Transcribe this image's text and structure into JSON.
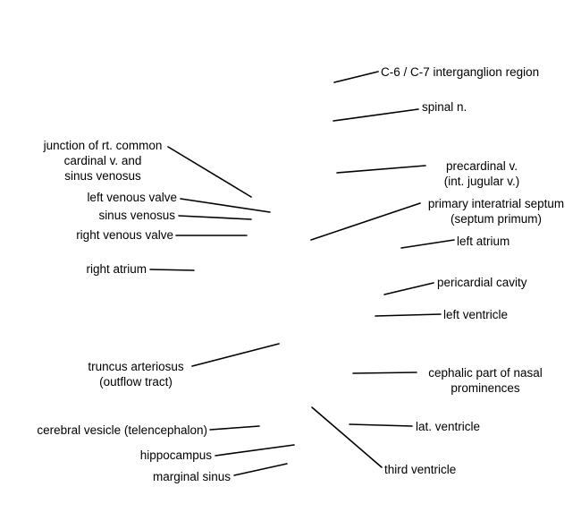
{
  "labels": {
    "c6_c7": "C-6 / C-7 interganglion region",
    "spinal_n": "spinal n.",
    "junction": [
      "junction of rt. common",
      "cardinal v. and",
      "sinus venosus"
    ],
    "precardinal": [
      "precardinal v.",
      "(int. jugular v.)"
    ],
    "left_venous_valve": "left venous valve",
    "primary_septum": [
      "primary interatrial septum",
      "(septum primum)"
    ],
    "sinus_venosus": "sinus venosus",
    "right_venous_valve": "right venous valve",
    "left_atrium": "left atrium",
    "right_atrium": "right atrium",
    "pericardial_cavity": "pericardial cavity",
    "left_ventricle": "left ventricle",
    "truncus": [
      "truncus arteriosus",
      "(outflow tract)"
    ],
    "nasal": [
      "cephalic part of nasal",
      "prominences"
    ],
    "lat_ventricle": "lat. ventricle",
    "cerebral_vesicle": "cerebral vesicle (telencephalon)",
    "hippocampus": "hippocampus",
    "third_ventricle": "third ventricle",
    "marginal_sinus": "marginal sinus"
  }
}
